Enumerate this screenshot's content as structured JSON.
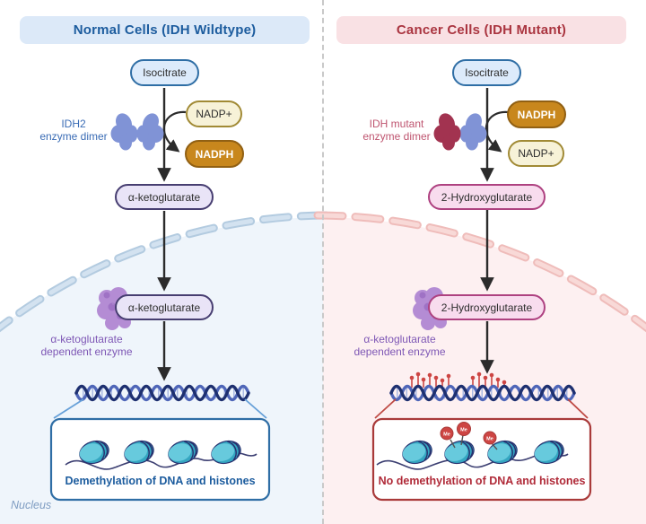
{
  "panels": {
    "left": {
      "header": "Normal Cells (IDH Wildtype)",
      "substrate": "Isocitrate",
      "cofactor_top": "NADP+",
      "cofactor_bottom": "NADPH",
      "enzyme_label_line1": "IDH2",
      "enzyme_label_line2": "enzyme dimer",
      "product": "α-ketoglutarate",
      "nuclear_metabolite": "α-ketoglutarate",
      "dependent_enzyme_line1": "α-ketoglutarate",
      "dependent_enzyme_line2": "dependent enzyme",
      "outcome": "Demethylation of DNA and histones"
    },
    "right": {
      "header": "Cancer Cells (IDH Mutant)",
      "substrate": "Isocitrate",
      "cofactor_top": "NADPH",
      "cofactor_bottom": "NADP+",
      "enzyme_label_line1": "IDH mutant",
      "enzyme_label_line2": "enzyme dimer",
      "product": "2-Hydroxyglutarate",
      "nuclear_metabolite": "2-Hydroxyglutarate",
      "dependent_enzyme_line1": "α-ketoglutarate",
      "dependent_enzyme_line2": "dependent enzyme",
      "outcome": "No demethylation of DNA and histones"
    }
  },
  "footer": {
    "nucleus_label": "Nucleus"
  },
  "methyl_label": "Me",
  "colors": {
    "blue_header_bg": "#dce9f8",
    "blue_header_text": "#1c5c9e",
    "red_header_bg": "#f9e1e4",
    "red_header_text": "#aa3540",
    "isocitrate_bg": "#ddebfb",
    "isocitrate_border": "#2f6ea5",
    "nadp_bg": "#f7f2d8",
    "nadp_border": "#a18a35",
    "nadph_bg": "#c8871d",
    "nadph_border": "#916013",
    "nadph_text": "#ffffff",
    "akg_bg": "#e9e4f7",
    "akg_border": "#473e71",
    "hg_bg": "#f8dcee",
    "hg_border": "#ae4180",
    "pill_text": "#2e2e2e",
    "enzyme_blue": "#8093d6",
    "enzyme_red": "#a23350",
    "idh2_label": "#3a6cb5",
    "idh_mut_label": "#bf5570",
    "purple_enzyme": "#b48cd4",
    "purple_enzyme_dark": "#9a6cc0",
    "purple_text": "#7e57b5",
    "membrane_blue": "#d3e2f0",
    "membrane_blue_edge": "#b3cbe0",
    "membrane_pink": "#f8d9d7",
    "membrane_pink_edge": "#efbcba",
    "nucleus_blue_bg": "#eff5fb",
    "nucleus_pink_bg": "#fdf0f1",
    "arrow": "#2b2b2b",
    "dna_navy": "#1e3070",
    "dna_blue": "#4f66b8",
    "dna_tick": "#aab9e3",
    "methyl_red": "#cd4543",
    "methyl_red_dark": "#a93a38",
    "zoom_line_blue": "#66a0d8",
    "zoom_line_red": "#bf4a44",
    "box_blue_border": "#2f6ea5",
    "box_red_border": "#a93a3a",
    "blue_caption": "#1c5c9e",
    "red_caption": "#b02a38",
    "histone_base": "#35a6c1",
    "histone_top": "#67cadd",
    "histone_line": "#28306e",
    "string_color": "#3c3f72",
    "divider": "#c9c9c9",
    "nucleus_label": "#7f9dc2"
  }
}
